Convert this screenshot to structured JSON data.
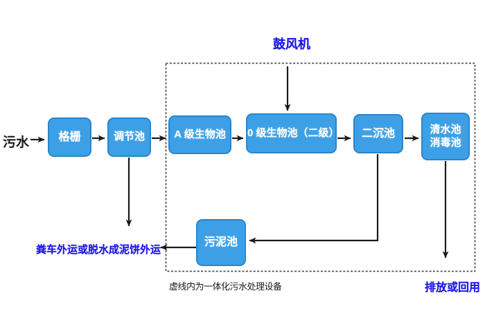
{
  "flow": {
    "source_label": "污水",
    "blower_label": "鼓风机",
    "boxes": {
      "grid": "格栅",
      "regulating_tank": "调节池",
      "a_bio_tank": "A 级生物池",
      "o_bio_tank": "0 级生物池（二级）",
      "secondary_sedimentation_tank": "二沉池",
      "clear_water_tank": "清水池",
      "disinfection_tank": "消毒池",
      "sludge_tank": "污泥池"
    },
    "sludge_disposal_label": "粪车外运或脱水成泥饼外运",
    "equipment_caption": "虚线内为一体化污水处理设备",
    "discharge_label": "排放或回用"
  },
  "colors": {
    "box_fill": "#3da0e6",
    "box_border": "#2a85cd",
    "box_text": "#ffffff",
    "highlight_text": "#1a12e6",
    "arrow_line": "#1a1a1a",
    "dashed_border": "#4d4d4d",
    "background": "#ffffff"
  }
}
